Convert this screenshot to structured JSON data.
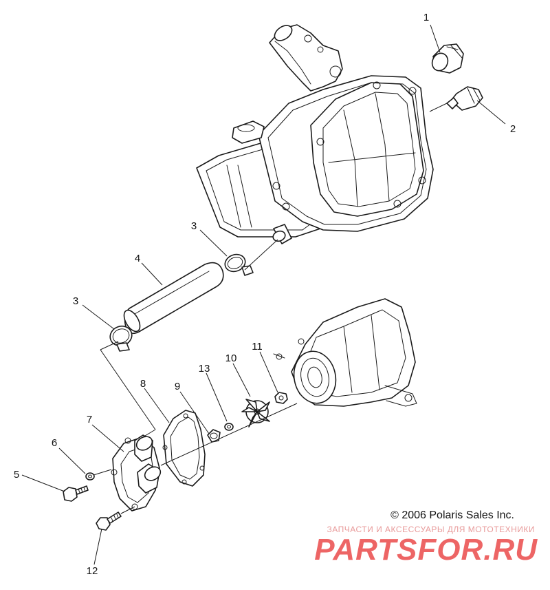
{
  "callouts": {
    "c1": "1",
    "c2": "2",
    "c3a": "3",
    "c3b": "3",
    "c4": "4",
    "c5": "5",
    "c6": "6",
    "c7": "7",
    "c8": "8",
    "c9": "9",
    "c10": "10",
    "c11": "11",
    "c12": "12",
    "c13": "13"
  },
  "copyright": "© 2006 Polaris Sales Inc.",
  "watermark": {
    "tagline": "ЗАПЧАСТИ И АКСЕССУАРЫ ДЛЯ МОТОТЕХНИКИ",
    "logo": "PARTSFOR.RU"
  },
  "colors": {
    "line": "#1a1a1a",
    "watermark_red": "#ea4b4b"
  }
}
